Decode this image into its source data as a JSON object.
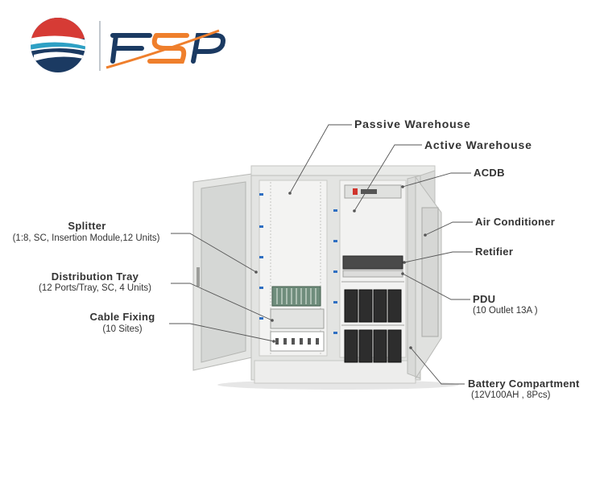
{
  "brand": {
    "name": "FSP",
    "colors": {
      "red": "#d63b35",
      "navy": "#1b3a62",
      "teal": "#2ea0c4",
      "orange": "#ef7f2c"
    }
  },
  "labels": {
    "passive_warehouse": "Passive Warehouse",
    "active_warehouse": "Active Warehouse",
    "acdb": "ACDB",
    "air_conditioner": "Air Conditioner",
    "retifier": "Retifier",
    "pdu": {
      "title": "PDU",
      "detail": "(10 Outlet 13A )"
    },
    "battery": {
      "title": "Battery Compartment",
      "detail": "(12V100AH , 8Pcs)"
    },
    "splitter": {
      "title": "Splitter",
      "detail": "(1:8, SC, Insertion Module,12 Units)"
    },
    "distribution_tray": {
      "title": "Distribution Tray",
      "detail": "(12 Ports/Tray, SC, 4 Units)"
    },
    "cable_fixing": {
      "title": "Cable Fixing",
      "detail": "(10 Sites)"
    }
  }
}
